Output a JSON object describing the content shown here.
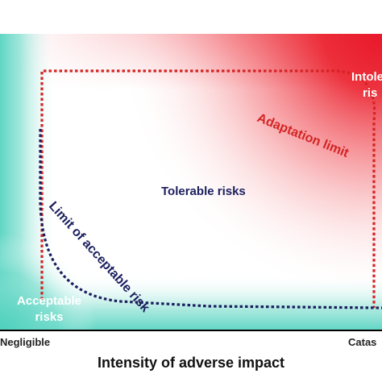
{
  "zones": {
    "acceptable": {
      "line1": "Acceptable",
      "line2": "risks",
      "color": "#ffffff"
    },
    "tolerable": {
      "label": "Tolerable risks",
      "color": "#1b1f5e"
    },
    "intolerable": {
      "line1": "Intole",
      "line2": "ris",
      "color": "#ffffff"
    }
  },
  "boundaries": {
    "adaptation_limit": {
      "label": "Adaptation limit",
      "color": "#d42424"
    },
    "acceptable_limit": {
      "label": "Limit of acceptable risk",
      "color": "#1b1f5e"
    }
  },
  "axis": {
    "x_title": "Intensity of adverse impact",
    "left_tick": "Negligible",
    "right_tick": "Catas"
  },
  "colors": {
    "acceptable_fill": "#5fd6c4",
    "intolerable_fill": "#e8192b",
    "frame": "#000000"
  }
}
